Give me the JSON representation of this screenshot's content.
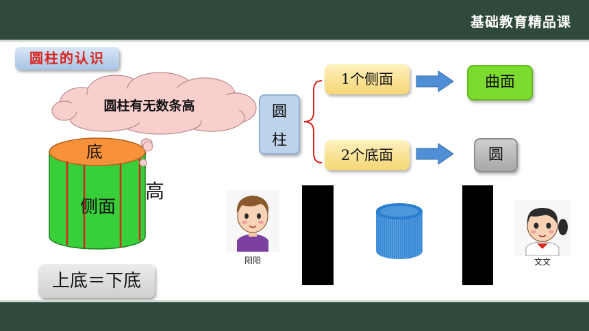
{
  "header": {
    "brand": "基础教育精品课"
  },
  "section": {
    "title": "圆柱的认识"
  },
  "cloud": {
    "text": "圆柱有无数条高"
  },
  "cylinder": {
    "top_label": "底",
    "side_label": "侧面",
    "height_label": "高",
    "equation": "上底＝下底",
    "colors": {
      "side": "#37d03a",
      "top": "#f7923a",
      "height_lines": "#d8251d"
    }
  },
  "diagram": {
    "root_chars": [
      "圆",
      "柱"
    ],
    "branches": [
      {
        "label": "1个侧面",
        "result": "曲面",
        "result_color": "#7ddb2f"
      },
      {
        "label": "2个底面",
        "result": "圆",
        "result_color": "#a7a7a7"
      }
    ]
  },
  "video": {
    "cylinder_color": "#2a7fd0"
  },
  "characters": [
    {
      "name": "阳阳",
      "icon": "boy-avatar-icon"
    },
    {
      "name": "文文",
      "icon": "girl-avatar-icon"
    }
  ]
}
